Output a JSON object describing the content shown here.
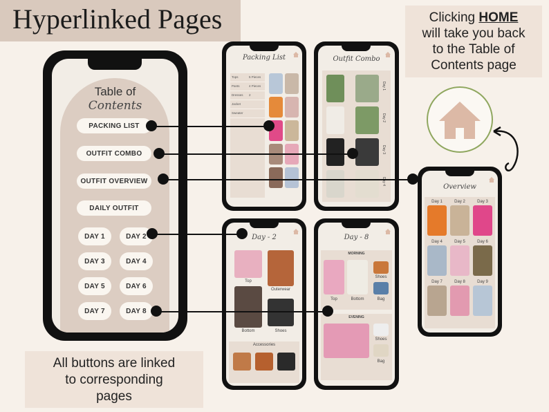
{
  "header": {
    "title": "Hyperlinked Pages"
  },
  "home_note": {
    "prefix": "Clicking",
    "emph": "HOME",
    "line2": "will take you back",
    "line3": "to the Table of",
    "line4": "Contents page"
  },
  "buttons_note": {
    "line1": "All buttons are linked",
    "line2": "to corresponding",
    "line3": "pages"
  },
  "toc": {
    "title": "Table of",
    "subtitle": "Contents",
    "buttons": [
      "PACKING LIST",
      "OUTFIT COMBO",
      "OUTFIT OVERVIEW",
      "DAILY OUTFIT"
    ],
    "days": [
      "DAY 1",
      "DAY 2",
      "DAY 3",
      "DAY 4",
      "DAY 5",
      "DAY 6",
      "DAY 7",
      "DAY 8"
    ]
  },
  "packing": {
    "title": "Packing List",
    "rows": [
      [
        "Tops",
        "5 Pieces"
      ],
      [
        "Pants",
        "4 Pieces"
      ],
      [
        "Dresses",
        "2"
      ],
      [
        "Jacket",
        ""
      ],
      [
        "Sweater",
        ""
      ]
    ]
  },
  "combo": {
    "title": "Outfit Combo",
    "days": [
      "Day 1",
      "Day 2",
      "Day 3",
      "Day 4"
    ]
  },
  "day2": {
    "title": "Day - 2",
    "labels": [
      "Top",
      "Outerwear",
      "Bottom",
      "Shoes"
    ],
    "section": "Accessories"
  },
  "day8": {
    "title": "Day - 8",
    "morning": "MORNING",
    "evening": "EVENING",
    "labels": [
      "Top",
      "Bottom",
      "Bag",
      "Shoes",
      "Shoes",
      "Bag"
    ]
  },
  "overview": {
    "title": "Overview",
    "days": [
      "Day 1",
      "Day 2",
      "Day 3",
      "Day 4",
      "Day 5",
      "Day 6",
      "Day 7",
      "Day 8",
      "Day 9"
    ]
  },
  "colors": {
    "accent": "#d9c9bd",
    "home_green": "#8fa75f",
    "home_icon": "#dcb9a6",
    "arch": "#dccdc2",
    "bg": "#f7f1ea"
  }
}
